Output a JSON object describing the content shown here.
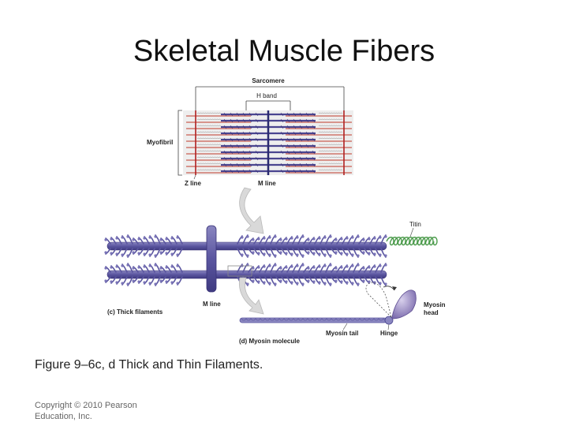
{
  "slide": {
    "title": "Skeletal Muscle Fibers",
    "caption": "Figure 9–6c, d Thick and Thin Filaments.",
    "copyright_line1": "Copyright © 2010 Pearson",
    "copyright_line2": "Education, Inc."
  },
  "figure": {
    "labels": {
      "sarcomere": "Sarcomere",
      "h_band": "H band",
      "myofibril": "Myofibril",
      "z_line": "Z line",
      "m_line_top": "M line",
      "titin": "Titin",
      "m_line_mid": "M line",
      "panel_c": "(c) Thick filaments",
      "myosin_head": "Myosin head",
      "myosin_head_1": "Myosin",
      "myosin_head_2": "head",
      "myosin_tail": "Myosin tail",
      "hinge": "Hinge",
      "panel_d": "(d) Myosin molecule"
    },
    "colors": {
      "thick": "#6f6aa8",
      "thick_dark": "#4a4590",
      "thin": "#c0392b",
      "titin": "#4a9a4a",
      "head": "#9a8ac0",
      "arrow": "#cfcfcf"
    }
  }
}
